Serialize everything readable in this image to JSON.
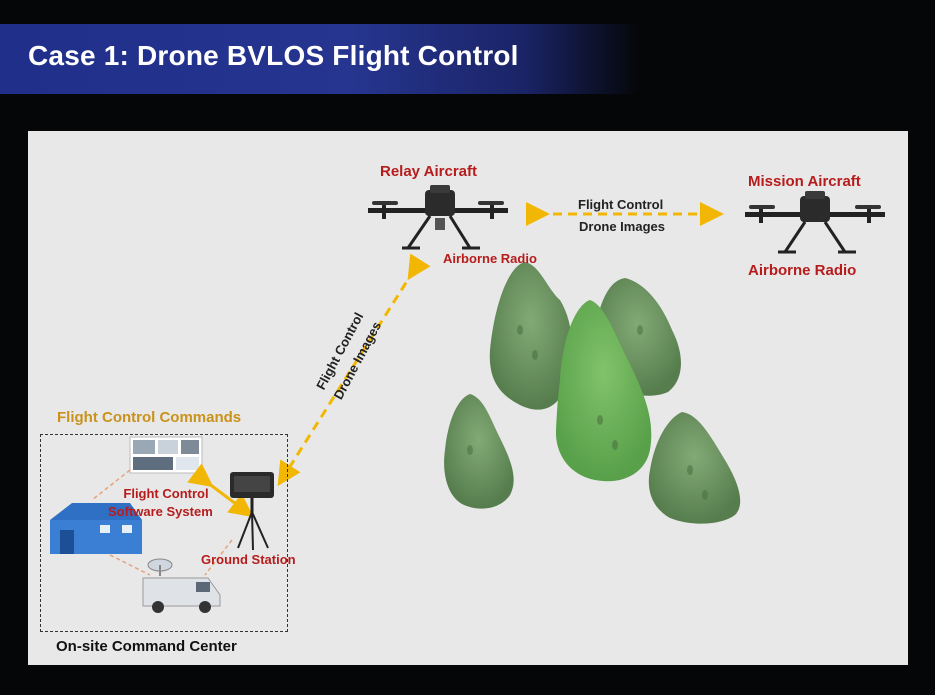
{
  "slide": {
    "title": "Case 1: Drone BVLOS Flight Control"
  },
  "diagram": {
    "relay_aircraft": "Relay Aircraft",
    "mission_aircraft": "Mission Aircraft",
    "airborne_radio_relay": "Airborne Radio",
    "airborne_radio_mission": "Airborne Radio",
    "link_top": {
      "line1": "Flight Control",
      "line2": "Drone Images"
    },
    "link_diag": {
      "line1": "Flight Control",
      "line2": "Drone Images"
    },
    "flight_control_commands": "Flight Control Commands",
    "software_system": {
      "line1": "Flight Control",
      "line2": "Software System"
    },
    "ground_station": "Ground Station",
    "command_center": "On-site Command Center"
  },
  "colors": {
    "banner": "#26358f",
    "label_red": "#b71c1c",
    "label_gold": "#c9921a",
    "arrow": "#f2b705",
    "mountain": "#4f7d45"
  }
}
